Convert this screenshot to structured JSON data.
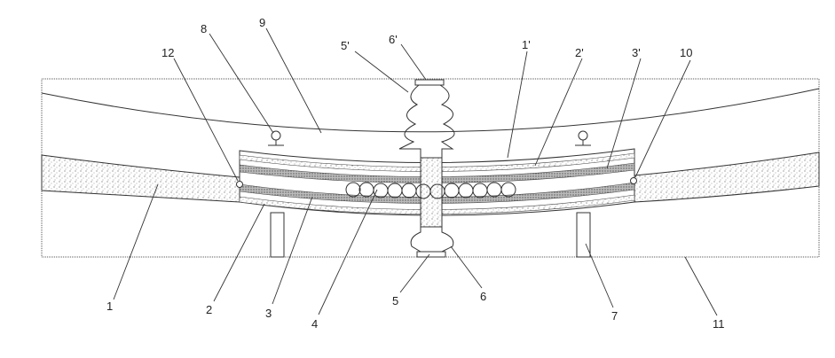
{
  "labels": {
    "l8": "8",
    "l9": "9",
    "l5p": "5'",
    "l6p": "6'",
    "l1p": "1'",
    "l2p": "2'",
    "l3p": "3'",
    "l10": "10",
    "l12": "12",
    "l1": "1",
    "l2": "2",
    "l3": "3",
    "l4": "4",
    "l5": "5",
    "l6": "6",
    "l7": "7",
    "l11": "11"
  }
}
